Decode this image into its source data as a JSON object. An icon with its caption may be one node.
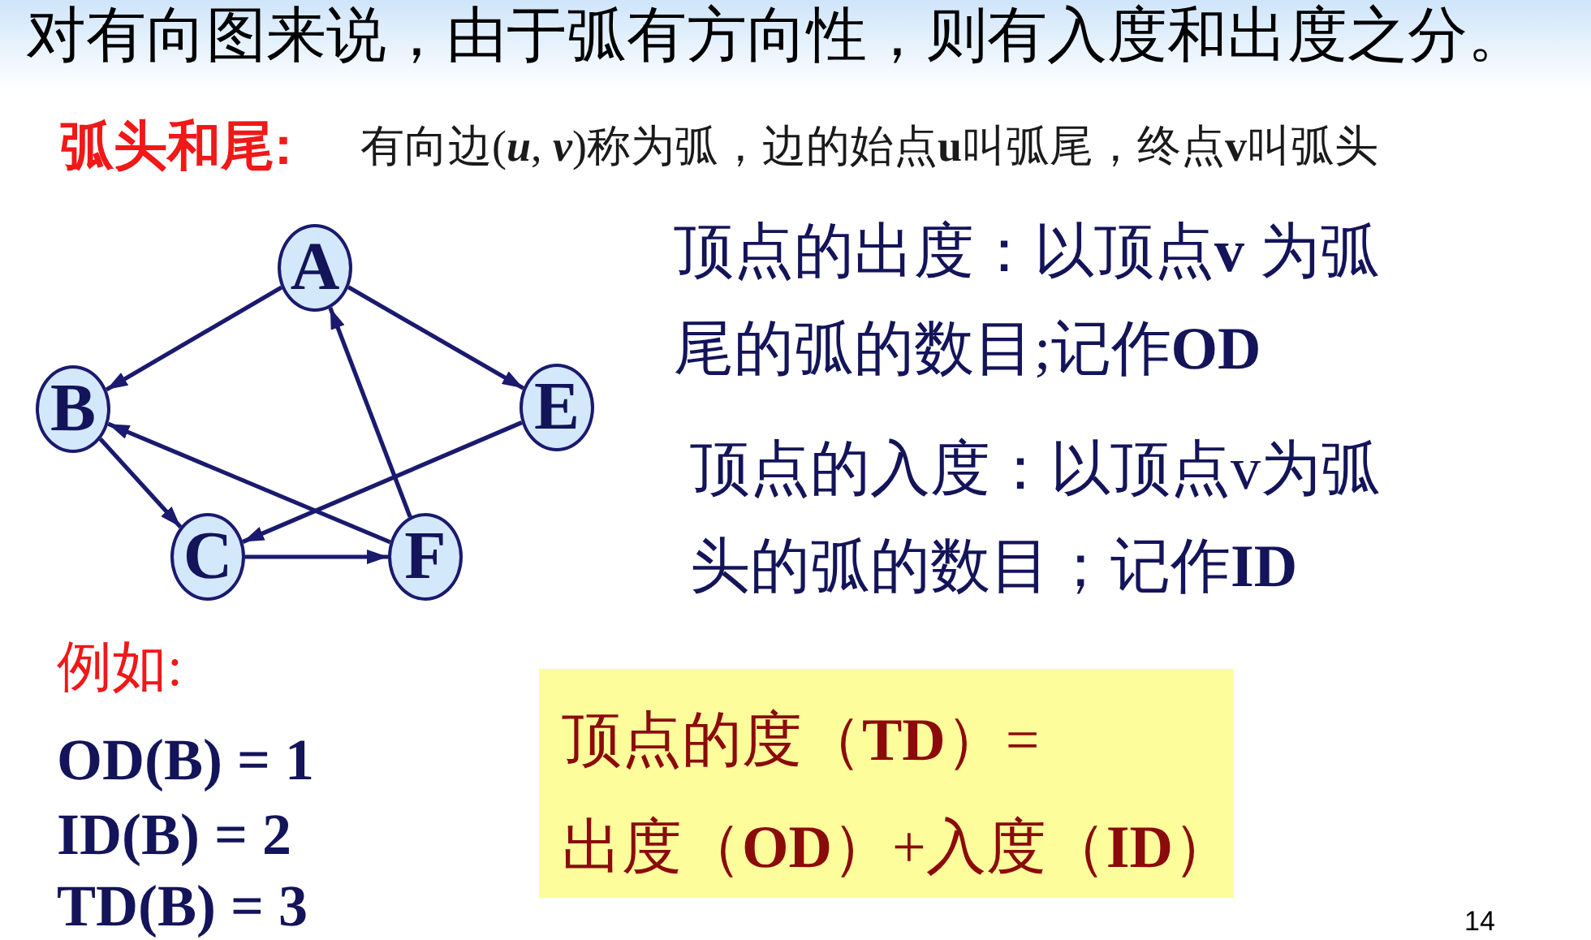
{
  "diagram": {
    "title": "对有向图来说，由于弧有方向性，则有入度和出度之分。",
    "nodes": [
      {
        "text": [
          "A"
        ]
      },
      {
        "text": [
          "B"
        ]
      },
      {
        "text": [
          "E"
        ]
      },
      {
        "text": [
          "C"
        ]
      },
      {
        "text": [
          "F"
        ]
      },
      {
        "text": [
          "顶点的度（**TD**）=",
          "出度（**OD**）+入度（**ID**）"
        ]
      }
    ],
    "edges": [
      {
        "from": 0,
        "to": 1,
        "arrow": "to"
      },
      {
        "from": 0,
        "to": 2,
        "arrow": "to"
      },
      {
        "from": 4,
        "to": 0,
        "arrow": "to"
      },
      {
        "from": 4,
        "to": 1,
        "arrow": "to"
      },
      {
        "from": 2,
        "to": 3,
        "arrow": "to"
      },
      {
        "from": 1,
        "to": 3,
        "arrow": "to"
      },
      {
        "from": 3,
        "to": 4,
        "arrow": "to"
      }
    ],
    "labels": [
      "弧头和尾:",
      "有向边(*u*, *v*)称为弧，边的始点**u**叫弧尾，终点**v**叫弧头",
      "顶点的出度：以顶点**v** 为弧尾的弧的数目;记作**OD**",
      "顶点的入度：以顶点v为弧头的弧的数目；记作**ID**",
      "例如:",
      "OD(B) = 1",
      "ID(B) = 2",
      "TD(B) = 3",
      "14"
    ]
  }
}
